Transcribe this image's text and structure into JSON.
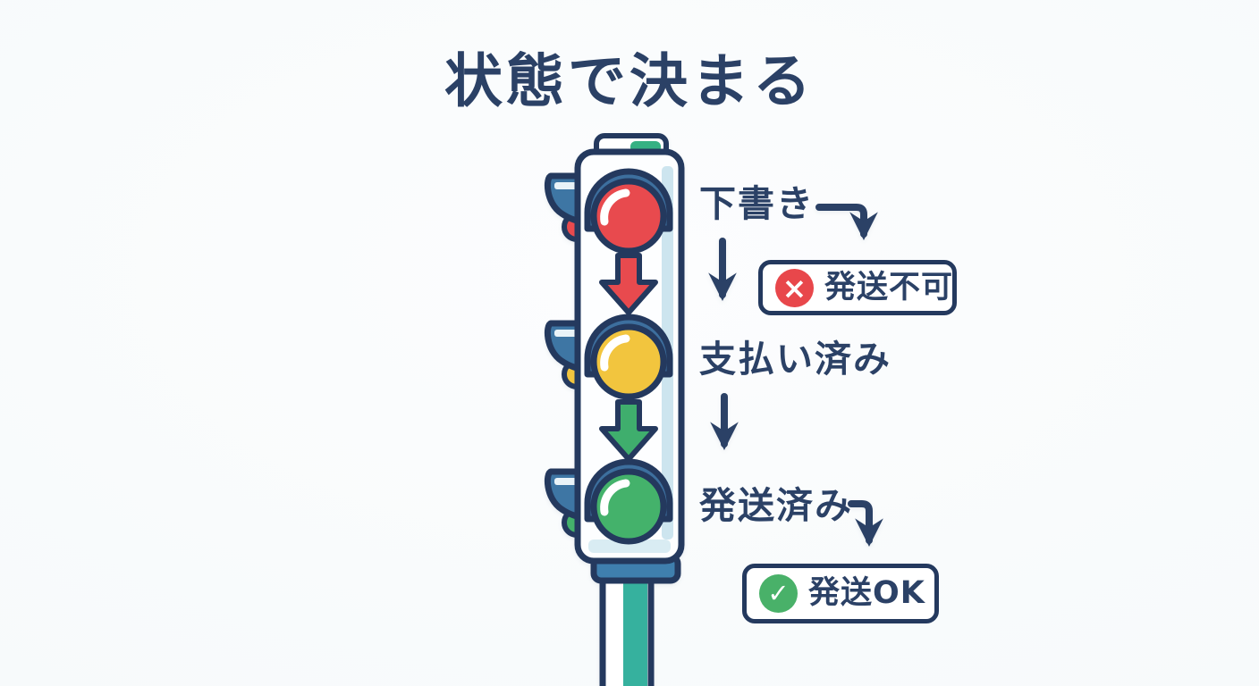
{
  "title": "状態で決まる",
  "palette": {
    "ink": "#2b4166",
    "outline": "#24395e",
    "background": "#f7fafb",
    "red": "#e84a4e",
    "yellow": "#f2c53e",
    "green": "#44b26b",
    "steel_blue": "#3e76a4",
    "teal_pole": "#36b19e",
    "light_blue_accent": "#cde5ef"
  },
  "traffic_light": {
    "name": "traffic-light",
    "lights": [
      {
        "id": "red-light",
        "color": "#e84a4e"
      },
      {
        "id": "yellow-light",
        "color": "#f2c53e"
      },
      {
        "id": "green-light",
        "color": "#44b26b"
      }
    ]
  },
  "flow": {
    "states": [
      {
        "label": "下書き"
      },
      {
        "label": "支払い済み"
      },
      {
        "label": "発送済み"
      }
    ],
    "badges": [
      {
        "label": "発送不可",
        "icon": "x-circle-icon",
        "icon_glyph": "×",
        "icon_color": "#e8474b"
      },
      {
        "label": "発送OK",
        "icon": "check-circle-icon",
        "icon_glyph": "✓",
        "icon_color": "#49b169"
      }
    ]
  }
}
